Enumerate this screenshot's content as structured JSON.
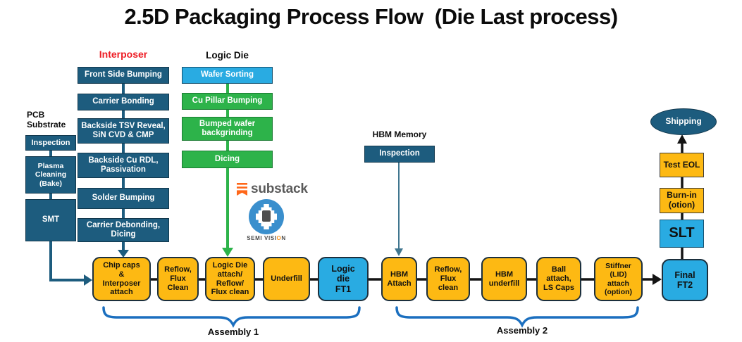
{
  "title": "2.5D Packaging Process Flow  (Die Last process)",
  "interposer": {
    "header": "Interposer",
    "steps": [
      {
        "label": "Front Side Bumping"
      },
      {
        "label": "Carrier Bonding"
      },
      {
        "label": "Backside TSV Reveal,\nSiN CVD & CMP"
      },
      {
        "label": "Backside Cu RDL,\nPassivation"
      },
      {
        "label": "Solder Bumping"
      },
      {
        "label": "Carrier Debonding,\nDicing"
      }
    ]
  },
  "logic_die": {
    "header": "Logic Die",
    "steps": [
      {
        "label": "Wafer Sorting",
        "color": "light_blue"
      },
      {
        "label": "Cu Pillar Bumping",
        "color": "green"
      },
      {
        "label": "Bumped wafer\nbackgrinding",
        "color": "green"
      },
      {
        "label": "Dicing",
        "color": "green"
      }
    ]
  },
  "pcb_substrate": {
    "header": "PCB\nSubstrate",
    "steps": [
      {
        "label": "Inspection"
      },
      {
        "label": "Plasma\nCleaning\n(Bake)"
      },
      {
        "label": "SMT"
      }
    ]
  },
  "hbm_memory": {
    "header": "HBM Memory",
    "steps": [
      {
        "label": "Inspection"
      }
    ]
  },
  "assembly_flow": {
    "steps": [
      {
        "label": "Chip caps\n&\nInterposer\nattach",
        "color": "yellow"
      },
      {
        "label": "Reflow,\nFlux\nClean",
        "color": "yellow"
      },
      {
        "label": "Logic Die\nattach/\nReflow/\nFlux clean",
        "color": "yellow"
      },
      {
        "label": "Underfill",
        "color": "yellow"
      },
      {
        "label": "Logic\ndie\nFT1",
        "color": "light_blue"
      },
      {
        "label": "HBM\nAttach",
        "color": "yellow"
      },
      {
        "label": "Reflow,\nFlux\nclean",
        "color": "yellow"
      },
      {
        "label": "HBM\nunderfill",
        "color": "yellow"
      },
      {
        "label": "Ball\nattach,\nLS Caps",
        "color": "yellow"
      },
      {
        "label": "Stiffner\n(LID)\nattach\n(option)",
        "color": "yellow"
      },
      {
        "label": "Final\nFT2",
        "color": "light_blue"
      }
    ]
  },
  "test_flow": {
    "steps": [
      {
        "label": "SLT",
        "color": "light_blue"
      },
      {
        "label": "Burn-in\n(otion)",
        "color": "yellow"
      },
      {
        "label": "Test EOL",
        "color": "yellow"
      }
    ],
    "terminator": "Shipping"
  },
  "braces": [
    {
      "label": "Assembly 1"
    },
    {
      "label": "Assembly 2"
    }
  ],
  "logos": {
    "substack": "substack",
    "semi_vision": {
      "part1": "SEMI VISI",
      "o": "O",
      "part2": "N"
    }
  },
  "colors": {
    "dark_teal": "#1d5c7e",
    "yellow": "#fdb913",
    "green": "#2db34a",
    "light_blue": "#29abe2",
    "brace_blue": "#1b6fbf",
    "interposer_red": "#ed1c24",
    "substack_orange": "#ff6719",
    "semi_vision_blue": "#3a8fcd"
  }
}
